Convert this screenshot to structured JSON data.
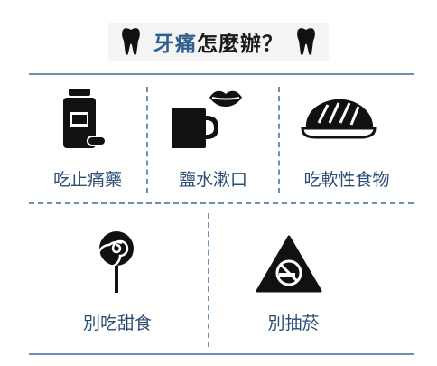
{
  "title": {
    "part_blue": "牙痛",
    "part_dark": "怎麼辦？"
  },
  "tips_row1": [
    {
      "label": "吃止痛藥",
      "icon": "pill-bottle-icon"
    },
    {
      "label": "鹽水漱口",
      "icon": "mug-mouth-icon"
    },
    {
      "label": "吃軟性食物",
      "icon": "sushi-icon"
    }
  ],
  "tips_row2": [
    {
      "label": "別吃甜食",
      "icon": "lollipop-icon"
    },
    {
      "label": "別抽菸",
      "icon": "no-smoking-icon"
    }
  ],
  "colors": {
    "title_blue": "#2e5f8f",
    "label_blue": "#2a4d74",
    "divider": "#6c8fb2",
    "icon": "#111111"
  }
}
